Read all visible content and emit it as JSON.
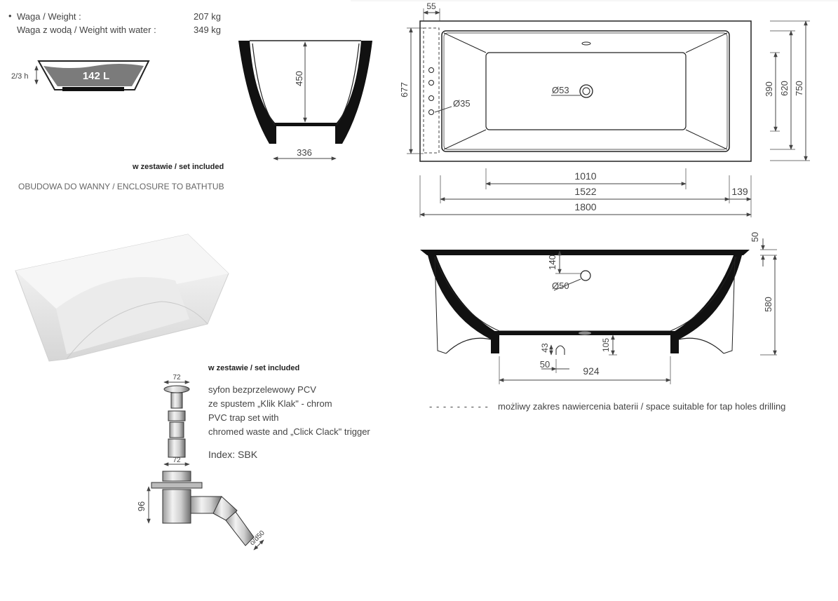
{
  "weight": {
    "bullet": "•",
    "label": "Waga / Weight :",
    "value": "207 kg",
    "water_label": "Waga z wodą / Weight with water :",
    "water_value": "349 kg"
  },
  "capacity": {
    "fill_label": "2/3 h",
    "volume": "142 L"
  },
  "side_view": {
    "height": "450",
    "base_width": "336"
  },
  "enclosure": {
    "set_included": "w zestawie / set included",
    "title": "OBUDOWA DO WANNY / ENCLOSURE TO BATHTUB"
  },
  "siphon": {
    "set_included": "w zestawie / set included",
    "lines": [
      "syfon bezprzelewowy PCV",
      "ze spustem „Klik Klak\" - chrom",
      "PVC trap set with",
      "chromed waste and „Click Clack\" trigger"
    ],
    "index": "Index: SBK",
    "dim_top": "72",
    "dim_mid": "72",
    "dim_height": "96",
    "dim_outlet": "o/d50"
  },
  "top_view": {
    "dim_55": "55",
    "dim_677": "677",
    "dim_35": "Ø35",
    "dim_53": "Ø53",
    "dim_390": "390",
    "dim_620": "620",
    "dim_750": "750",
    "dim_1010": "1010",
    "dim_1522": "1522",
    "dim_139": "139",
    "dim_1800": "1800"
  },
  "front_view": {
    "dim_50_top": "50",
    "dim_140": "140",
    "dim_50_diam": "Ø50",
    "dim_580": "580",
    "dim_43": "43",
    "dim_105": "105",
    "dim_50_bottom": "50",
    "dim_924": "924"
  },
  "legend": {
    "dashes": "- - - - - - - - -",
    "text": "możliwy zakres nawiercenia baterii / space suitable for tap holes drilling"
  }
}
